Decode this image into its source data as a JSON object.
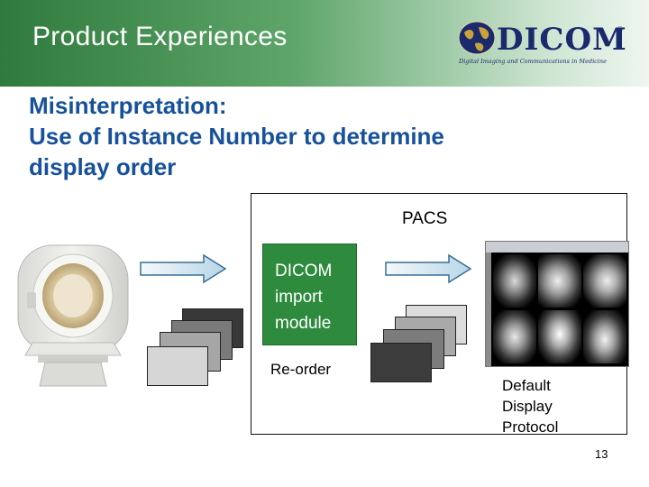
{
  "header": {
    "title": "Product Experiences",
    "logo": {
      "wordmark": "DICOM",
      "trademark": "®",
      "tagline": "Digital Imaging and Communications in Medicine"
    }
  },
  "heading": {
    "line1": "Misinterpretation:",
    "line2": "Use of Instance Number to determine",
    "line3": "display order"
  },
  "diagram": {
    "pacs_label": "PACS",
    "module_lines": [
      "DICOM",
      "import",
      "module"
    ],
    "reorder_label": "Re-order",
    "protocol_lines": [
      "Default",
      "Display",
      "Protocol"
    ]
  },
  "page_number": "13",
  "colors": {
    "header_green": "#2f7a3c",
    "heading_blue": "#17519b",
    "module_green": "#2e8b3e",
    "logo_navy": "#1a2a6c"
  }
}
